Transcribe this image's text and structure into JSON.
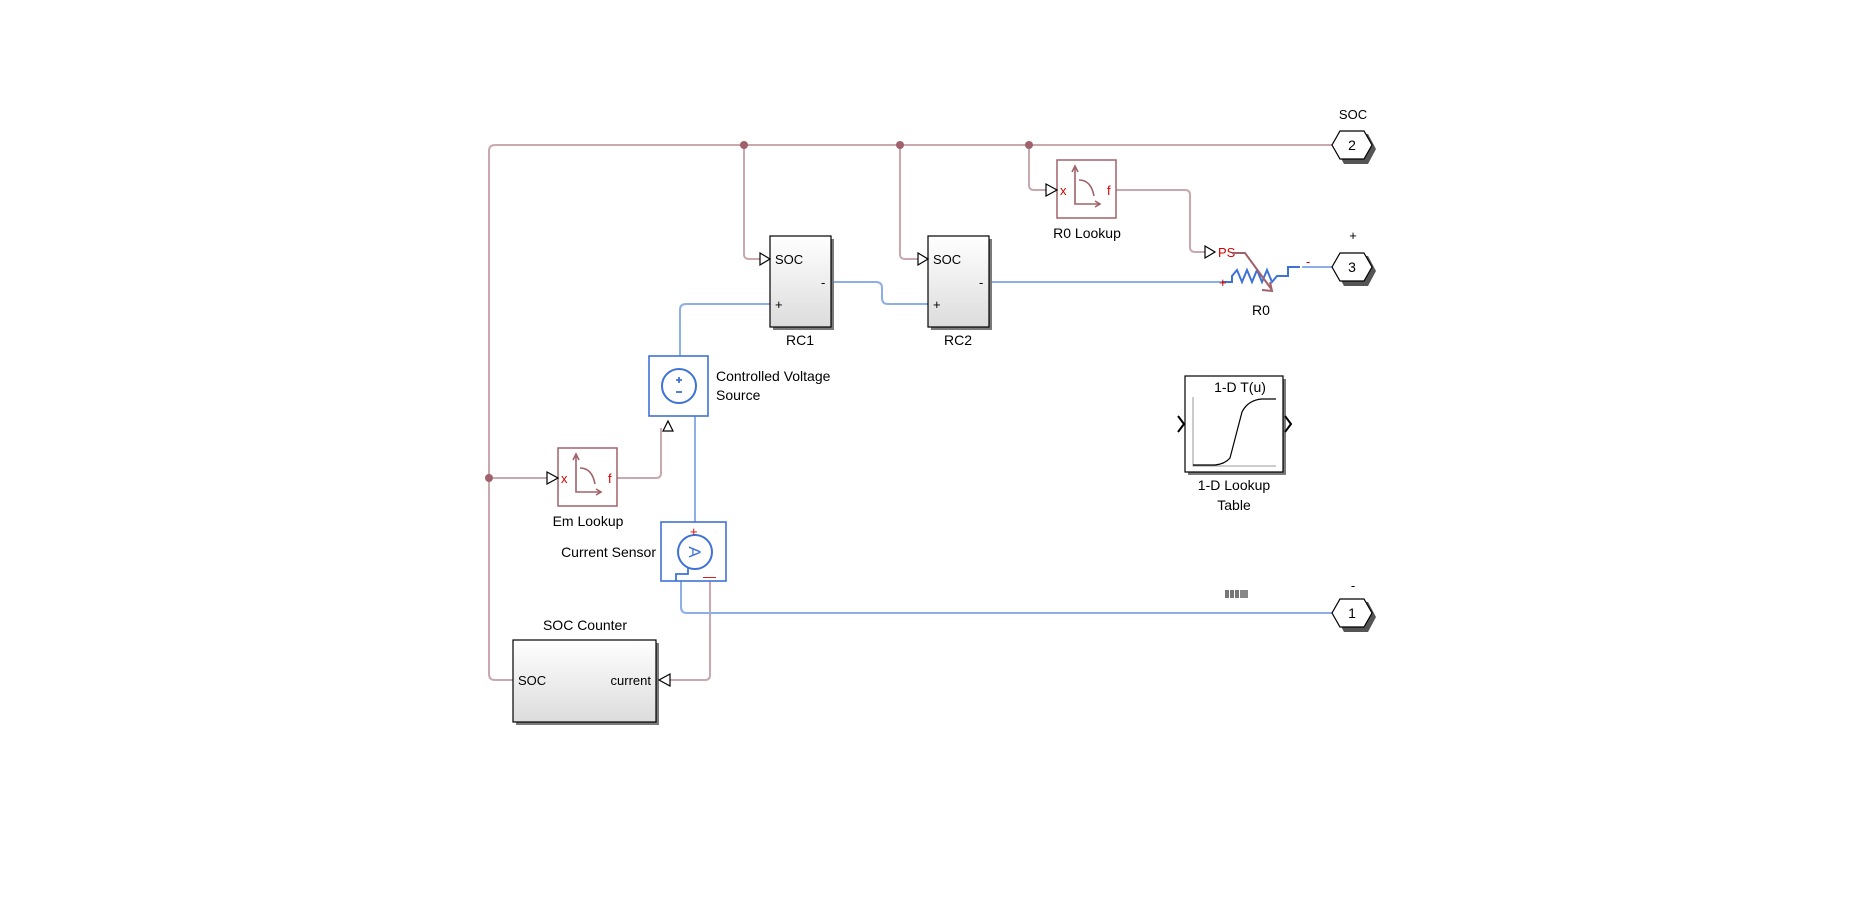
{
  "diagram": {
    "type": "simulink-subsystem",
    "colors": {
      "signal_line": "#c9a9ad",
      "physical_line": "#8eaee8",
      "junction": "#a0626a",
      "simscape_block": "#3f72d6",
      "lookup_block": "#a0626a",
      "port_text_red": "#d40000"
    },
    "blocks": {
      "rc1": {
        "name": "RC1",
        "in_soc": "SOC",
        "plus": "+",
        "minus": "-"
      },
      "rc2": {
        "name": "RC2",
        "in_soc": "SOC",
        "plus": "+",
        "minus": "-"
      },
      "r0_lookup": {
        "name": "R0 Lookup",
        "in": "x",
        "out": "f"
      },
      "r0": {
        "name": "R0",
        "ps": "PS",
        "plus": "+",
        "minus": "-"
      },
      "cvs": {
        "name_line1": "Controlled Voltage",
        "name_line2": "Source"
      },
      "em_lookup": {
        "name": "Em Lookup",
        "in": "x",
        "out": "f"
      },
      "current_sensor": {
        "name": "Current Sensor",
        "plus": "+",
        "minus": "—"
      },
      "soc_counter": {
        "name": "SOC Counter",
        "out": "SOC",
        "in": "current"
      },
      "lookup_1d": {
        "title": "1-D T(u)",
        "name_line1": "1-D Lookup",
        "name_line2": "Table"
      }
    },
    "ports": [
      {
        "id": "port-2",
        "number": "2",
        "label": "SOC"
      },
      {
        "id": "port-3",
        "number": "3",
        "label": "+"
      },
      {
        "id": "port-1",
        "number": "1",
        "label": "-"
      }
    ]
  }
}
